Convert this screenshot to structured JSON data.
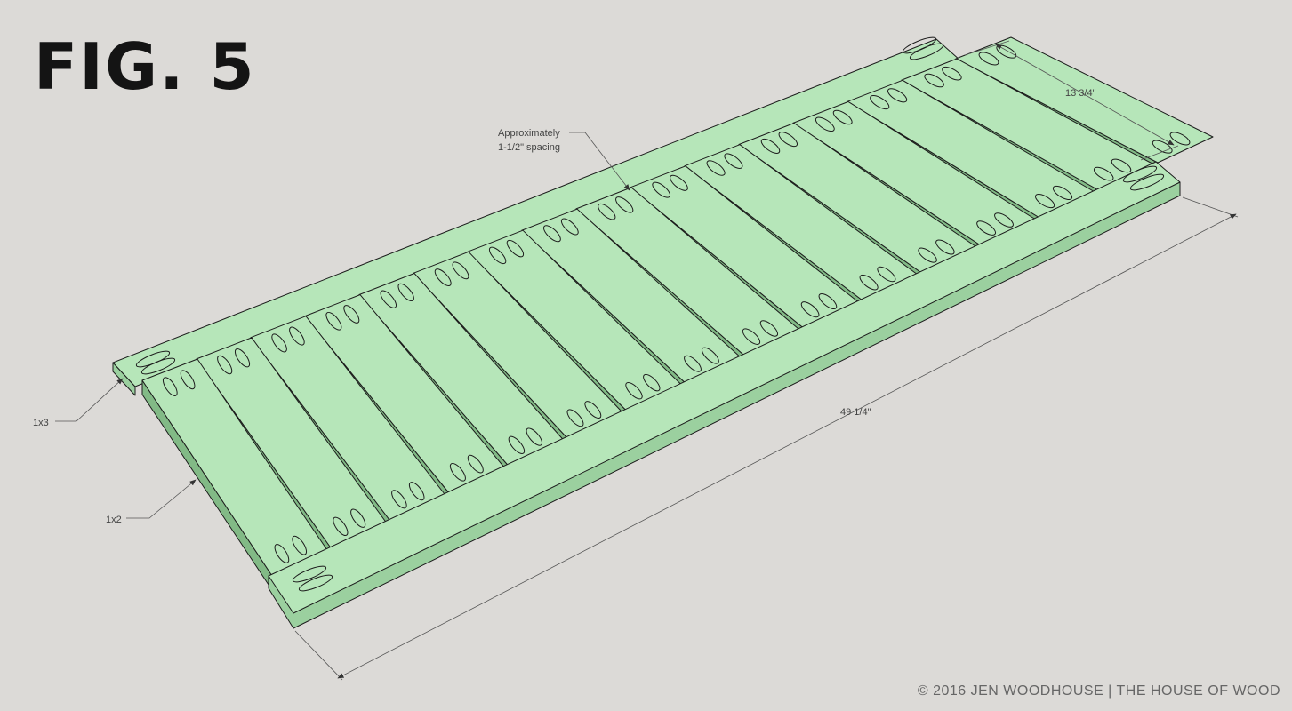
{
  "figure": {
    "title": "FIG. 5"
  },
  "annotations": {
    "spacing_line1": "Approximately",
    "spacing_line2": "1-1/2\" spacing",
    "rail_label": "1x3",
    "slat_label": "1x2"
  },
  "dimensions": {
    "width": "13 3/4\"",
    "length": "49 1/4\""
  },
  "footer": {
    "copyright": "© 2016 JEN WOODHOUSE | THE HOUSE OF WOOD"
  },
  "colors": {
    "background": "#dcdad7",
    "wood_top": "#b6e6b9",
    "wood_side": "#82ba86",
    "outline": "#1c1c1c"
  }
}
